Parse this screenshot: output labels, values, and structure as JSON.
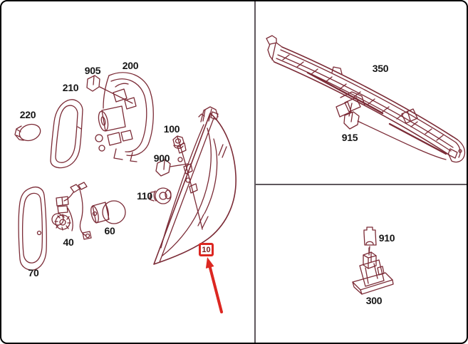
{
  "colors": {
    "line": "#7b2b36",
    "accent": "#dc2721",
    "label": "#161616",
    "divider": "#5f585d",
    "border": "#000000",
    "background": "#ffffff"
  },
  "parts": {
    "p220": {
      "label": "220"
    },
    "p210": {
      "label": "210"
    },
    "p905": {
      "label": "905"
    },
    "p200": {
      "label": "200"
    },
    "p100": {
      "label": "100"
    },
    "p900": {
      "label": "900"
    },
    "p110": {
      "label": "110"
    },
    "p60": {
      "label": "60"
    },
    "p40": {
      "label": "40"
    },
    "p70": {
      "label": "70"
    },
    "p350": {
      "label": "350"
    },
    "p915": {
      "label": "915"
    },
    "p910": {
      "label": "910"
    },
    "p300": {
      "label": "300"
    }
  },
  "highlight": {
    "label": "10"
  }
}
